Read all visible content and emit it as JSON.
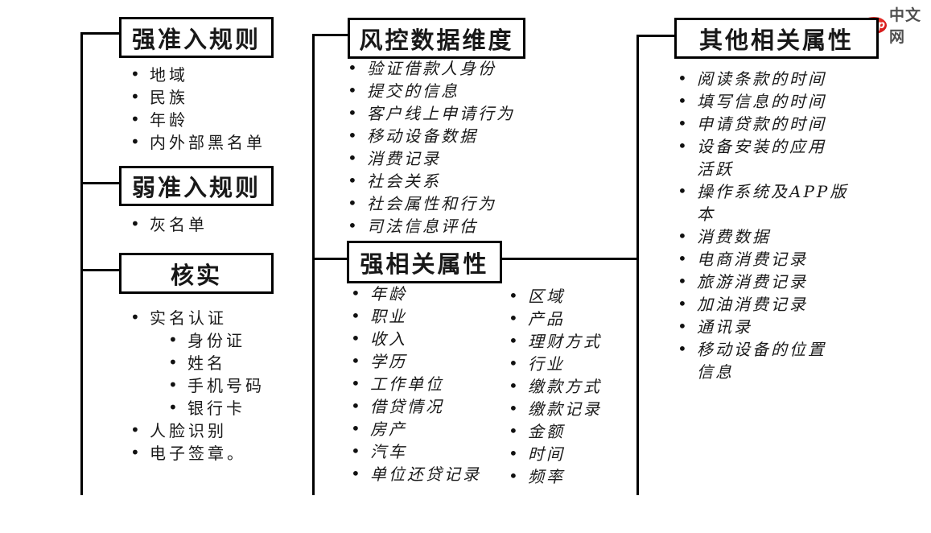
{
  "logo": {
    "badge": "php",
    "site": "中文网"
  },
  "colors": {
    "line": "#000000",
    "text": "#1a1a1a",
    "logo_red": "#dd1d1d",
    "logo_gray": "#4f4f4f"
  },
  "left": {
    "strong_rules": {
      "title": "强准入规则",
      "items": [
        "地域",
        "民族",
        "年龄",
        "内外部黑名单"
      ]
    },
    "weak_rules": {
      "title": "弱准入规则",
      "items": [
        "灰名单"
      ]
    },
    "verify": {
      "title": "核实",
      "items": [
        {
          "text": "实名认证",
          "children": [
            "身份证",
            "姓名",
            "手机号码",
            "银行卡"
          ]
        },
        {
          "text": "人脸识别"
        },
        {
          "text": "电子签章。"
        }
      ]
    }
  },
  "middle": {
    "risk_dims": {
      "title": "风控数据维度",
      "items": [
        "验证借款人身份",
        "提交的信息",
        "客户线上申请行为",
        "移动设备数据",
        "消费记录",
        "社会关系",
        "社会属性和行为",
        "司法信息评估"
      ]
    },
    "strong_attrs": {
      "title": "强相关属性",
      "col1": [
        "年龄",
        "职业",
        "收入",
        "学历",
        "工作单位",
        "借贷情况",
        "房产",
        "汽车",
        "单位还贷记录"
      ],
      "col2": [
        "区域",
        "产品",
        "理财方式",
        "行业",
        "缴款方式",
        "缴款记录",
        "金额",
        "时间",
        "频率"
      ]
    }
  },
  "right": {
    "other_attrs": {
      "title": "其他相关属性",
      "items": [
        "阅读条款的时间",
        "填写信息的时间",
        "申请贷款的时间",
        "设备安装的应用\n活跃",
        "操作系统及APP版\n本",
        "消费数据",
        "电商消费记录",
        "旅游消费记录",
        "加油消费记录",
        "通讯录",
        "移动设备的位置\n信息"
      ]
    }
  }
}
